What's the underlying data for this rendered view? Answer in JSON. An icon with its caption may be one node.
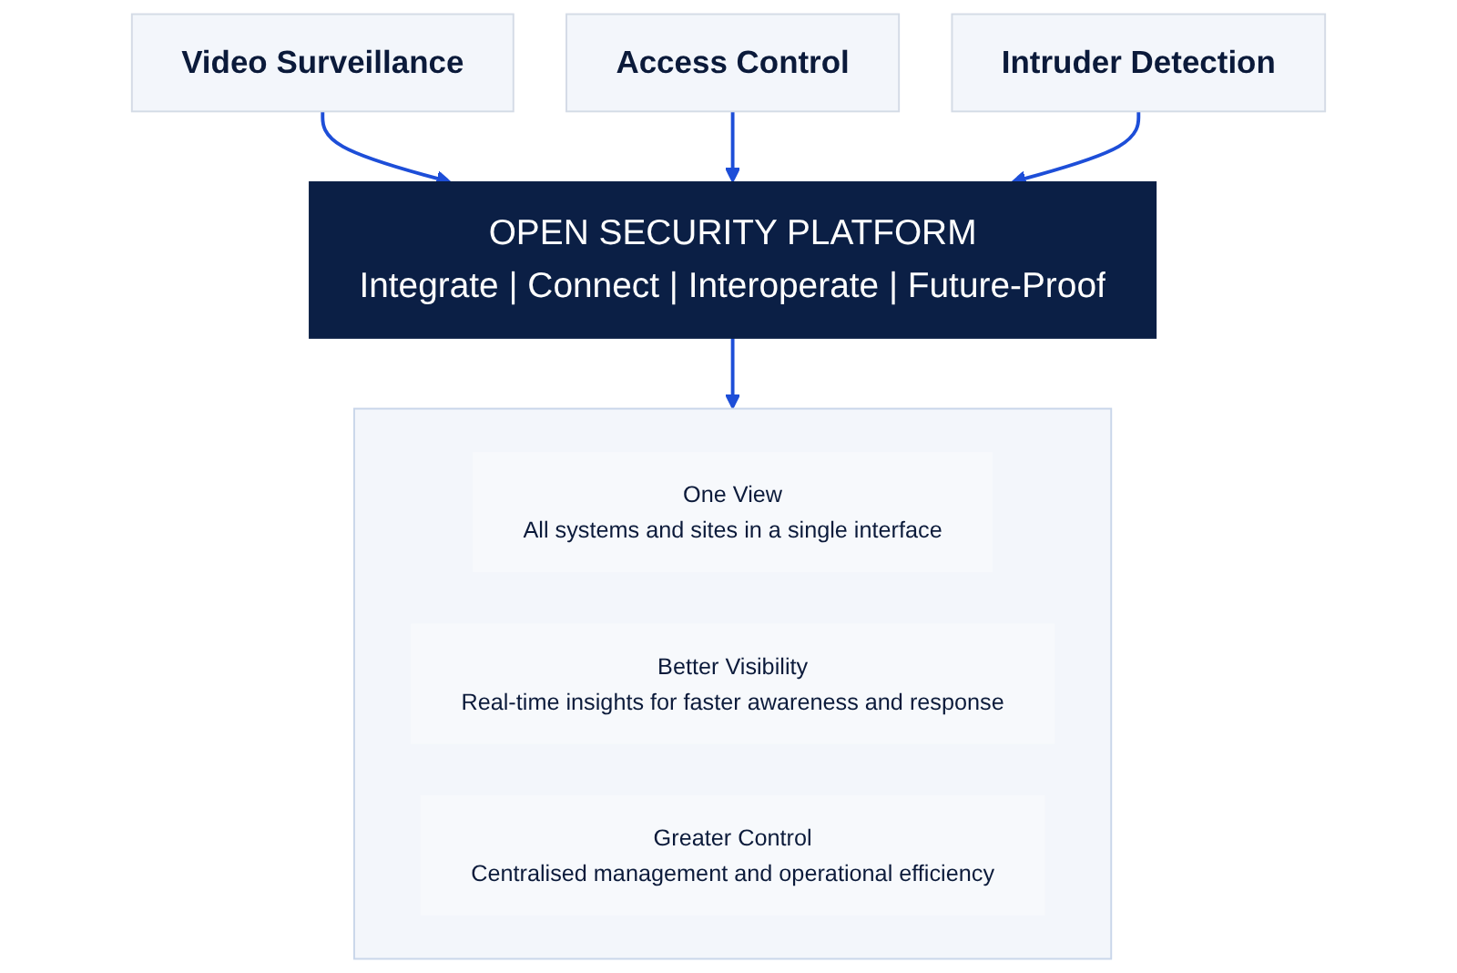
{
  "diagram": {
    "nodes": [
      {
        "text": [
          "Video Surveillance"
        ]
      },
      {
        "text": [
          "Access Control"
        ]
      },
      {
        "text": [
          "Intruder Detection"
        ]
      },
      {
        "text": [
          "OPEN SECURITY PLATFORM",
          "Integrate | Connect | Interoperate | Future-Proof"
        ]
      },
      {
        "text": [],
        "shape": "box"
      },
      {
        "text": [
          "One View",
          "All systems and sites in a single interface"
        ],
        "in": 4
      },
      {
        "text": [
          "Better Visibility",
          "Real-time insights for faster awareness and response"
        ],
        "in": 4
      },
      {
        "text": [
          "Greater Control",
          "Centralised management and operational efficiency"
        ],
        "in": 4
      }
    ],
    "edges": [
      {
        "from": 0,
        "to": 3,
        "arrow": "to"
      },
      {
        "from": 1,
        "to": 3,
        "arrow": "to"
      },
      {
        "from": 2,
        "to": 3,
        "arrow": "to"
      },
      {
        "from": 3,
        "to": 4,
        "arrow": "to"
      }
    ]
  }
}
